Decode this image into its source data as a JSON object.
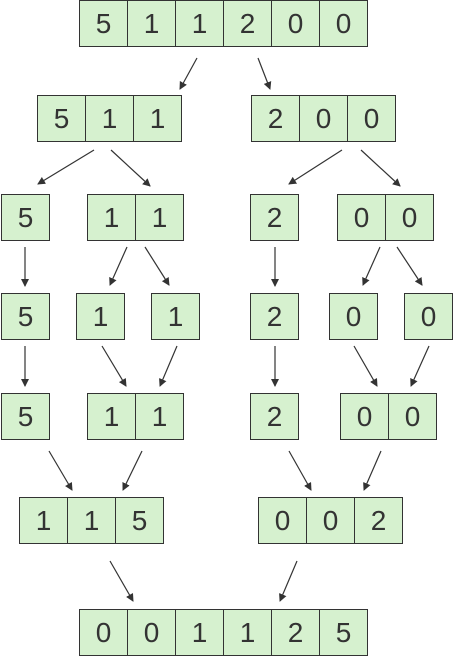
{
  "arrays": {
    "input": {
      "values": [
        "5",
        "1",
        "1",
        "2",
        "0",
        "0"
      ]
    },
    "split_left": {
      "values": [
        "5",
        "1",
        "1"
      ]
    },
    "split_right": {
      "values": [
        "2",
        "0",
        "0"
      ]
    },
    "l2_a": {
      "values": [
        "5"
      ]
    },
    "l2_b": {
      "values": [
        "1",
        "1"
      ]
    },
    "l2_c": {
      "values": [
        "2"
      ]
    },
    "l2_d": {
      "values": [
        "0",
        "0"
      ]
    },
    "l3_a": {
      "values": [
        "5"
      ]
    },
    "l3_b": {
      "values": [
        "1"
      ]
    },
    "l3_c": {
      "values": [
        "1"
      ]
    },
    "l3_d": {
      "values": [
        "2"
      ]
    },
    "l3_e": {
      "values": [
        "0"
      ]
    },
    "l3_f": {
      "values": [
        "0"
      ]
    },
    "m1_a": {
      "values": [
        "5"
      ]
    },
    "m1_b": {
      "values": [
        "1",
        "1"
      ]
    },
    "m1_c": {
      "values": [
        "2"
      ]
    },
    "m1_d": {
      "values": [
        "0",
        "0"
      ]
    },
    "m2_left": {
      "values": [
        "1",
        "1",
        "5"
      ]
    },
    "m2_right": {
      "values": [
        "0",
        "0",
        "2"
      ]
    },
    "output": {
      "values": [
        "0",
        "0",
        "1",
        "1",
        "2",
        "5"
      ]
    }
  },
  "colors": {
    "cell_fill": "#d6f1cf",
    "cell_border": "#333333",
    "arrow": "#333333",
    "text": "#333333"
  }
}
